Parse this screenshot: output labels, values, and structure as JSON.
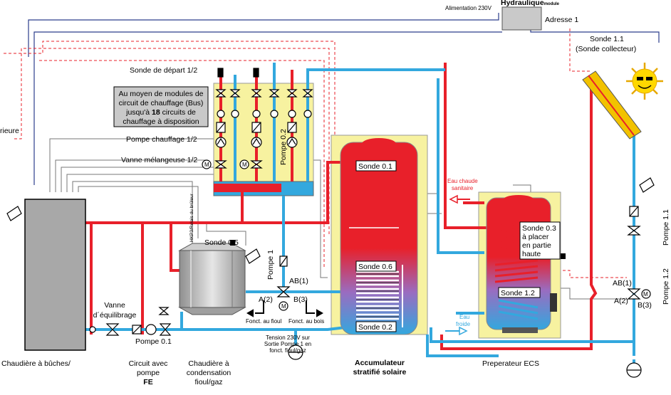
{
  "labels": {
    "hydraulique": "Hydraulique",
    "module": "module",
    "alimentation": "Alimentation 230V",
    "adresse": "Adresse 1",
    "sonde_11": "Sonde 1.1",
    "sonde_collecteur": "(Sonde collecteur)",
    "sonde_depart": "Sonde de départ 1/2",
    "info_line1": "Au moyen de modules de",
    "info_line2": "circuit de chauffage (Bus)",
    "info_line3_pre": "jusqu'à ",
    "info_line3_num": "18",
    "info_line3_post": " circuits de",
    "info_line4": "chauffage à disposition",
    "rieure": "rieure",
    "pompe_chauffage": "Pompe chauffage 1/2",
    "vanne_melangeuse": "Vanne mélangeuse 1/2",
    "pompe_02": "Pompe 0.2",
    "sonde_01": "Sonde 0.1",
    "eau_chaude_1": "Eau chaude",
    "eau_chaude_2": "sanitaire",
    "relais_bruleur": "HKP3/Relais du brûleur",
    "sonde_05": "Sonde 0.5",
    "pompe_1": "Pompe 1",
    "sonde_03_1": "Sonde 0.3",
    "sonde_03_2": "à placer",
    "sonde_03_3": "en partie",
    "sonde_03_4": "haute",
    "pompe_11": "Pompe 1.1",
    "pompe_12": "Pompe 1.2",
    "sonde_06": "Sonde 0.6",
    "ab1_left": "AB(1)",
    "a2_left": "A(2)",
    "b3_left": "B(3)",
    "ab1_right": "AB(1)",
    "a2_right": "A(2)",
    "b3_right": "B(3)",
    "sonde_12": "Sonde 1.2",
    "eau_froide_1": "Eau",
    "eau_froide_2": "froide",
    "vanne_eq_1": "Vanne",
    "vanne_eq_2": "d´équilibrage",
    "fonct_fioul": "Fonct. au fioul",
    "fonct_bois": "Fonct. au bois",
    "sonde_02": "Sonde 0.2",
    "tension_1": "Tension 230V sur",
    "tension_2": "Sortie Pompe 1 en",
    "tension_3": "fonct. fioul/gaz",
    "pompe_01": "Pompe 0.1",
    "chaudiere_buches": "Chaudière à bûches/",
    "circuit_pompe_1": "Circuit avec",
    "circuit_pompe_2": "pompe",
    "circuit_pompe_3": "FE",
    "chaudiere_cond_1": "Chaudière à",
    "chaudiere_cond_2": "condensation",
    "chaudiere_cond_3": "fioul/gaz",
    "accumulateur_1": "Accumulateur",
    "accumulateur_2": "stratifié solaire",
    "preparateur": "Preperateur ECS",
    "motor_m": "M"
  },
  "colors": {
    "hot": "#e8202a",
    "cold": "#33a8de",
    "module": "#f7f2a0",
    "boiler": "#a8a8a8",
    "info_box": "#c9c9c9"
  }
}
